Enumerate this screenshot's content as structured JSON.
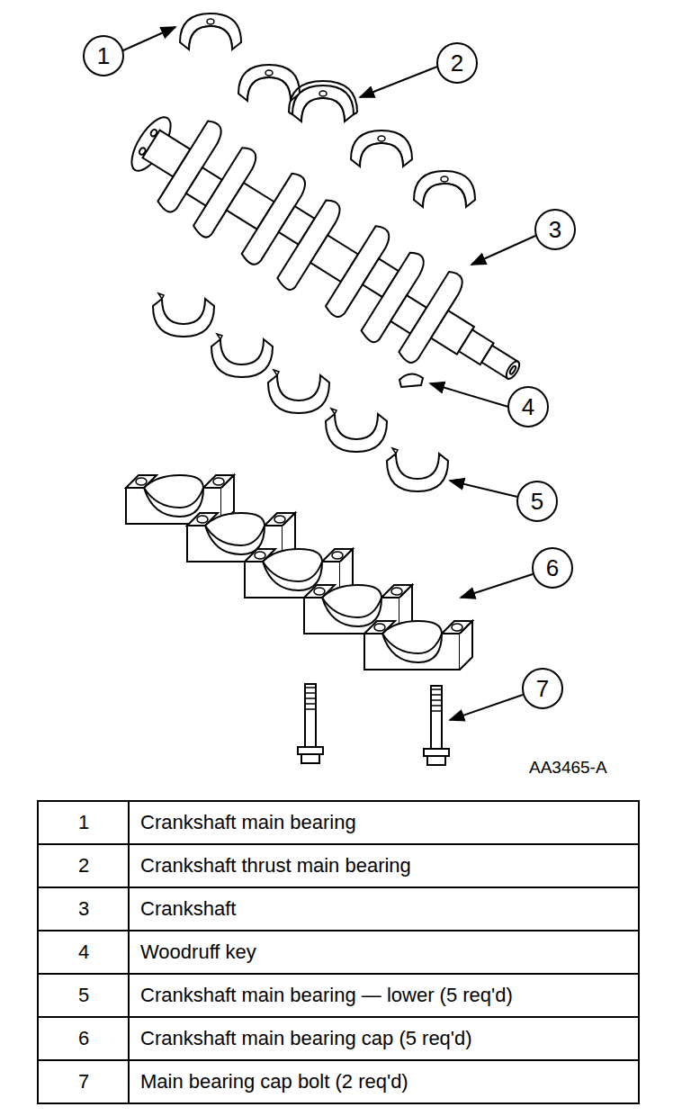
{
  "diagram": {
    "labels": [
      "1",
      "2",
      "3",
      "4",
      "5",
      "6",
      "7",
      "AA3465-A",
      "1",
      "Crankshaft main bearing",
      "2",
      "Crankshaft thrust main bearing",
      "3",
      "Crankshaft",
      "4",
      "Woodruff key",
      "5",
      "Crankshaft main bearing — lower (5 req'd)",
      "6",
      "Crankshaft main bearing cap (5 req'd)",
      "7",
      "Main bearing cap bolt (2 req'd)"
    ]
  }
}
